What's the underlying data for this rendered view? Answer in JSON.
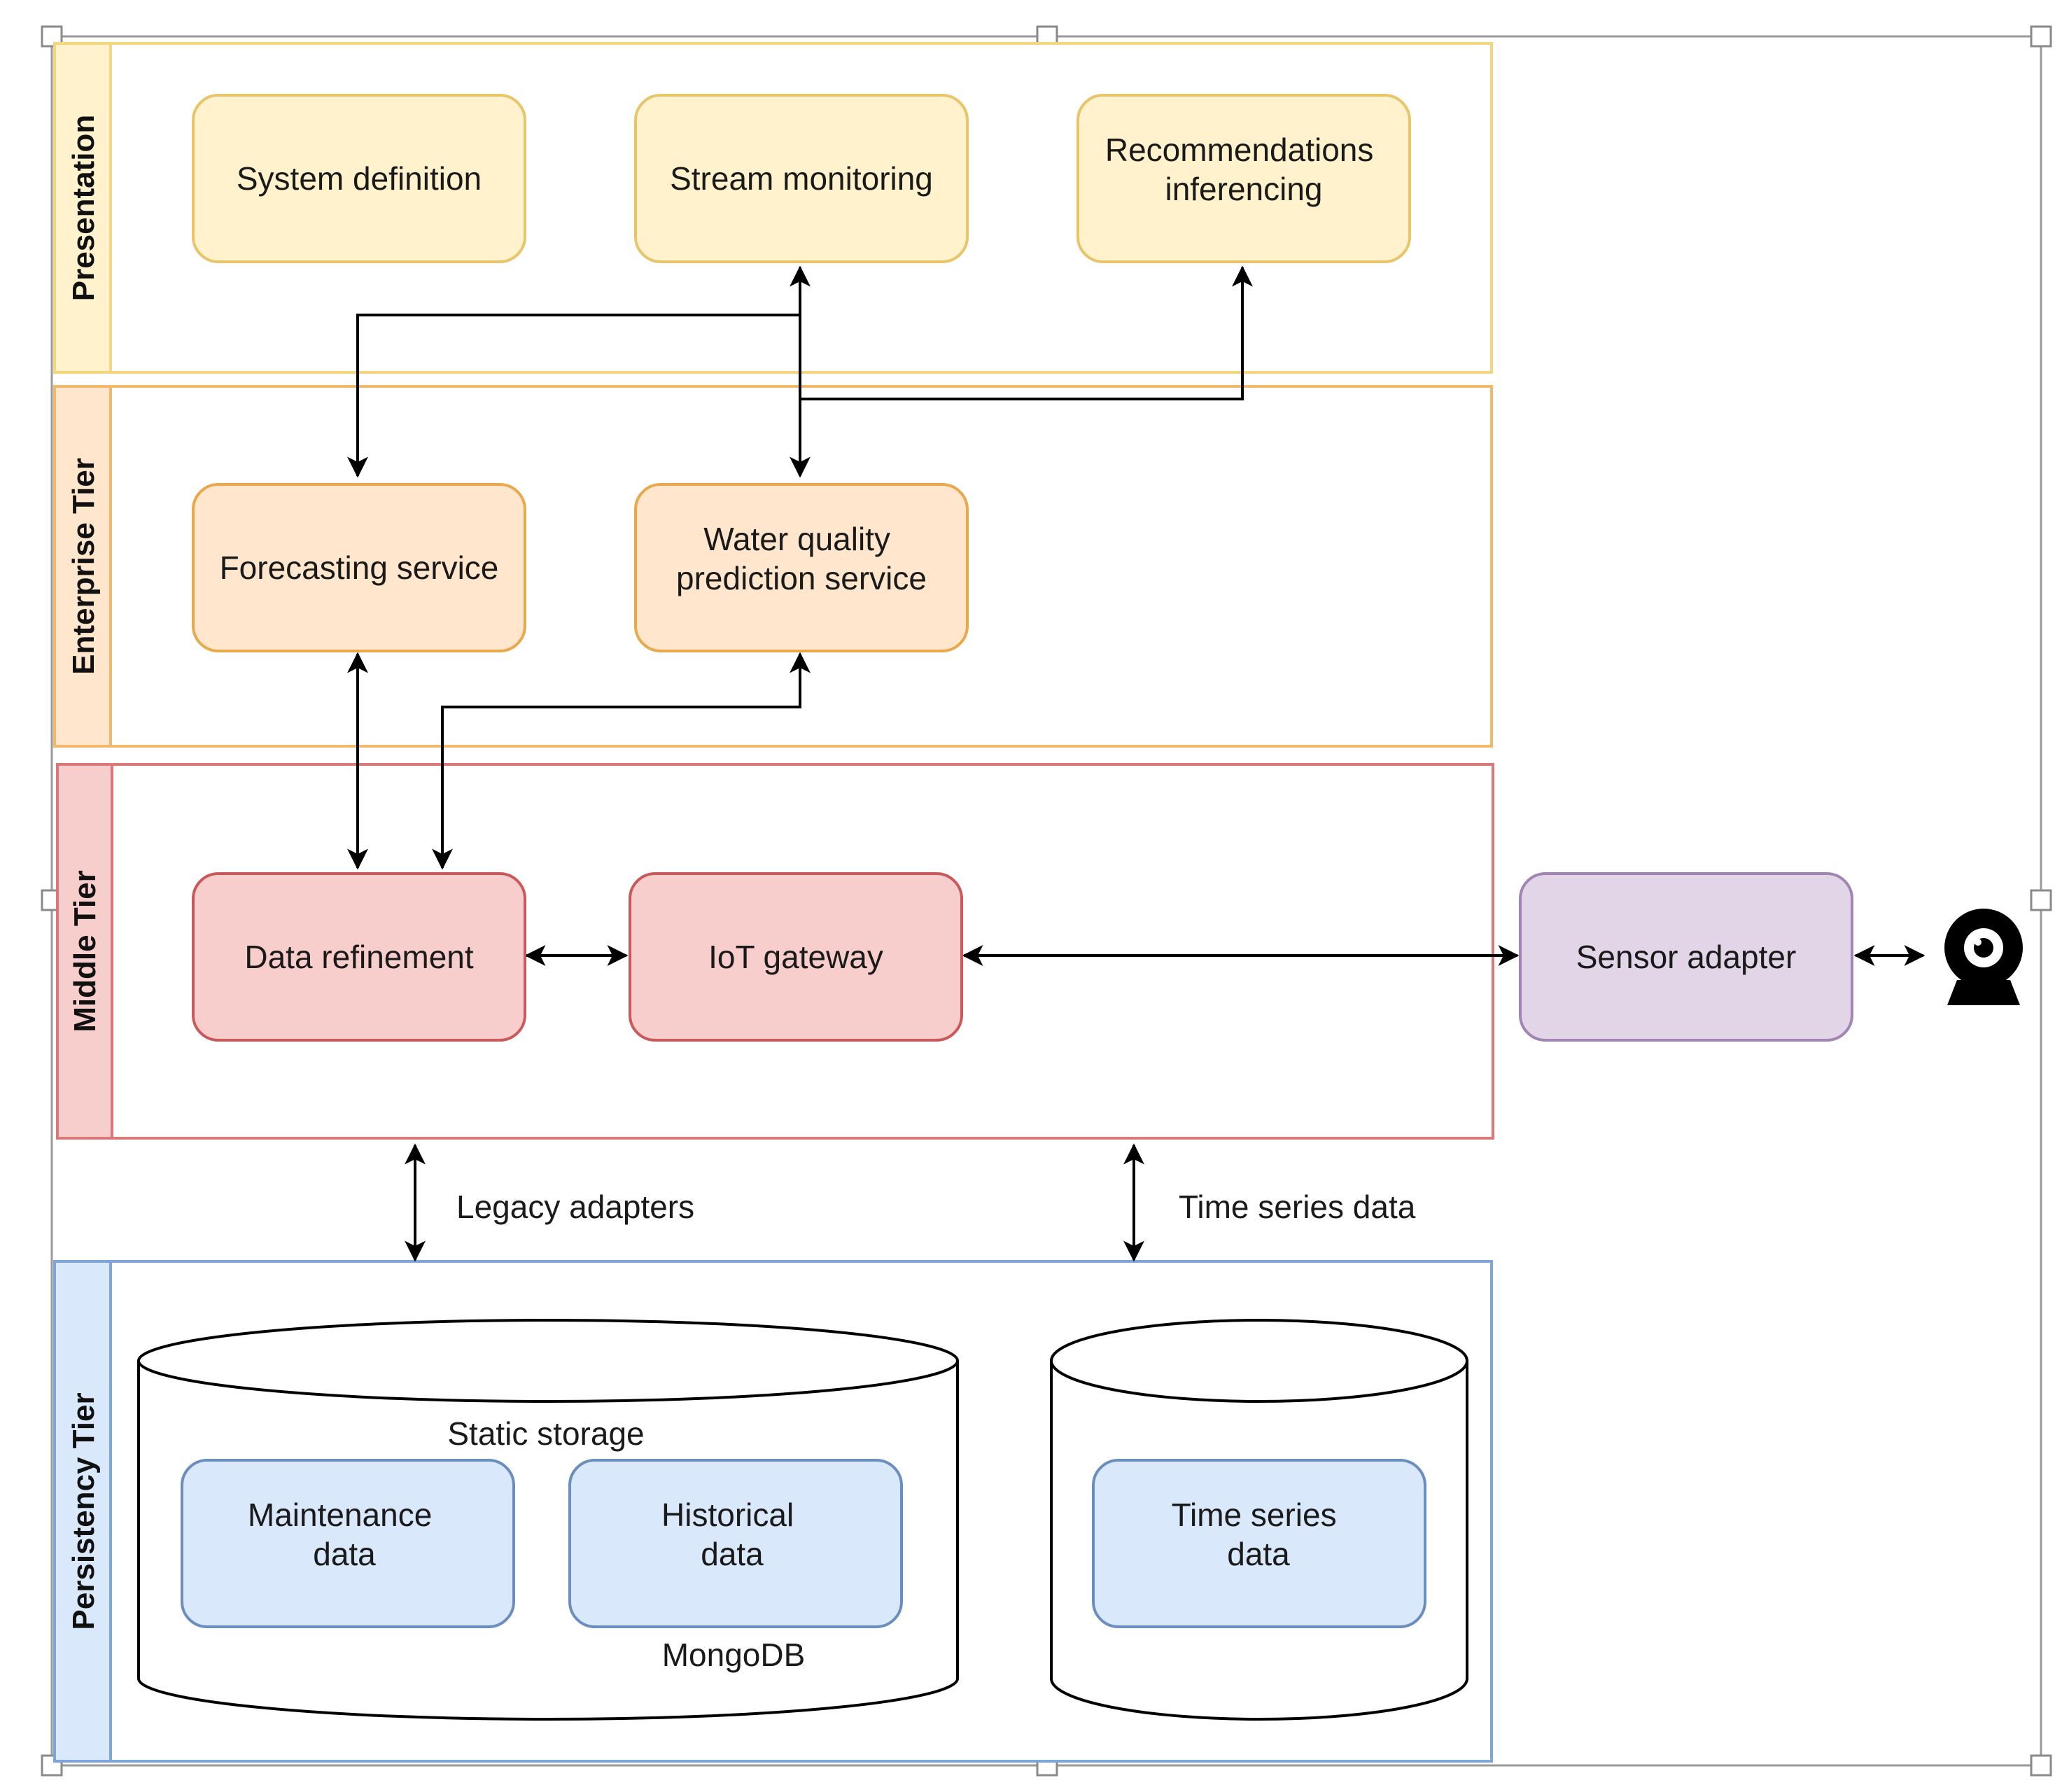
{
  "tiers": {
    "presentation": {
      "label": "Presentation",
      "fill": "#fff2cc",
      "stroke": "#f5d67c"
    },
    "enterprise": {
      "label": "Enterprise Tier",
      "fill": "#ffe6cc",
      "stroke": "#f2b96b"
    },
    "middle": {
      "label": "Middle Tier",
      "fill": "#f8cecc",
      "stroke": "#d9797a"
    },
    "persistency": {
      "label": "Persistency Tier",
      "fill": "#dae8fc",
      "stroke": "#7ea6d9"
    }
  },
  "boxes": {
    "system_definition": [
      "System definition"
    ],
    "stream_monitoring": [
      "Stream monitoring"
    ],
    "recommendations_inferencing": [
      "Recommendations",
      "inferencing"
    ],
    "forecasting_service": [
      "Forecasting service"
    ],
    "water_quality_prediction": [
      "Water quality",
      "prediction service"
    ],
    "data_refinement": [
      "Data refinement"
    ],
    "iot_gateway": [
      "IoT gateway"
    ],
    "sensor_adapter": [
      "Sensor adapter"
    ],
    "maintenance_data": [
      "Maintenance",
      "data"
    ],
    "historical_data": [
      "Historical",
      "data"
    ],
    "time_series_store_data": [
      "Time series",
      "data"
    ]
  },
  "edge_labels": {
    "legacy_adapters": "Legacy adapters",
    "time_series_data": "Time series data"
  },
  "storage_labels": {
    "static_storage": "Static storage",
    "mongodb": "MongoDB"
  },
  "icons": {
    "sensor": "webcam-icon"
  },
  "colors": {
    "presentation_box_fill": "#fff2cc",
    "presentation_box_stroke": "#e8c56a",
    "enterprise_box_fill": "#ffe6cc",
    "enterprise_box_stroke": "#e8a94c",
    "middle_box_fill": "#f8cecc",
    "middle_box_stroke": "#c9595a",
    "sensor_box_fill": "#e1d5e7",
    "sensor_box_stroke": "#a285b3",
    "persist_box_fill": "#dae8fc",
    "persist_box_stroke": "#6c8ebf",
    "edge": "#000000"
  }
}
